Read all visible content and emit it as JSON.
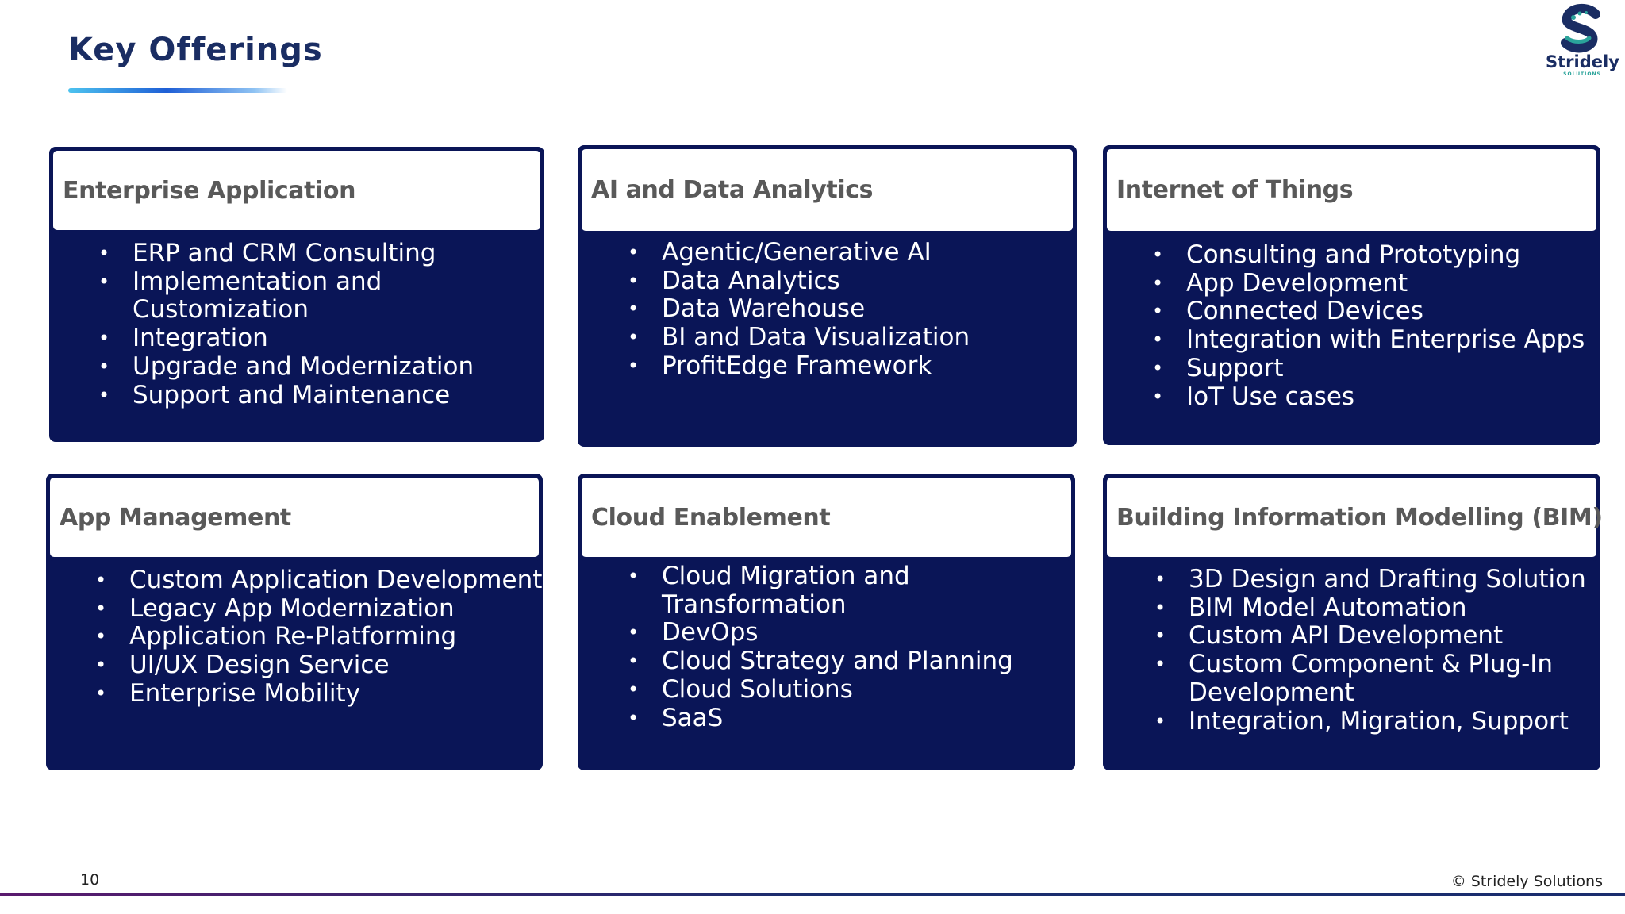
{
  "slide": {
    "title": "Key Offerings",
    "page_number": "10",
    "copyright": "© Stridely Solutions"
  },
  "logo": {
    "name": "Stridely",
    "subtitle": "SOLUTIONS",
    "icon": "stridely-s-logo-icon"
  },
  "colors": {
    "navy": "#0a1557",
    "title": "#1a2d63",
    "header_text": "#595959",
    "accent_gradient_start": "#4dc3ef",
    "accent_gradient_end": "#1f5fd6"
  },
  "cards": [
    {
      "title": "Enterprise Application",
      "items": [
        "ERP and CRM Consulting",
        "Implementation  and",
        "Customization",
        "Integration",
        "Upgrade and Modernization",
        "Support and Maintenance"
      ]
    },
    {
      "title": "AI and Data Analytics",
      "items": [
        "Agentic/Generative AI",
        "Data Analytics",
        "Data Warehouse",
        "BI and Data Visualization",
        "ProfitEdge Framework"
      ]
    },
    {
      "title": "Internet of Things",
      "items": [
        "Consulting and Prototyping",
        "App Development",
        "Connected Devices",
        "Integration with Enterprise Apps",
        "Support",
        "IoT Use cases"
      ]
    },
    {
      "title": "App Management",
      "items": [
        "Custom Application Development",
        "Legacy App Modernization",
        "Application Re-Platforming",
        "UI/UX Design Service",
        "Enterprise Mobility"
      ]
    },
    {
      "title": "Cloud Enablement",
      "items": [
        "Cloud Migration and",
        "Transformation",
        "DevOps",
        "Cloud Strategy and Planning",
        "Cloud Solutions",
        "SaaS"
      ]
    },
    {
      "title": "Building Information Modelling (BIM)",
      "items": [
        "3D Design and Drafting Solution",
        "BIM Model Automation",
        "Custom API Development",
        "Custom Component & Plug-In",
        "Development",
        "Integration, Migration, Support"
      ]
    }
  ]
}
